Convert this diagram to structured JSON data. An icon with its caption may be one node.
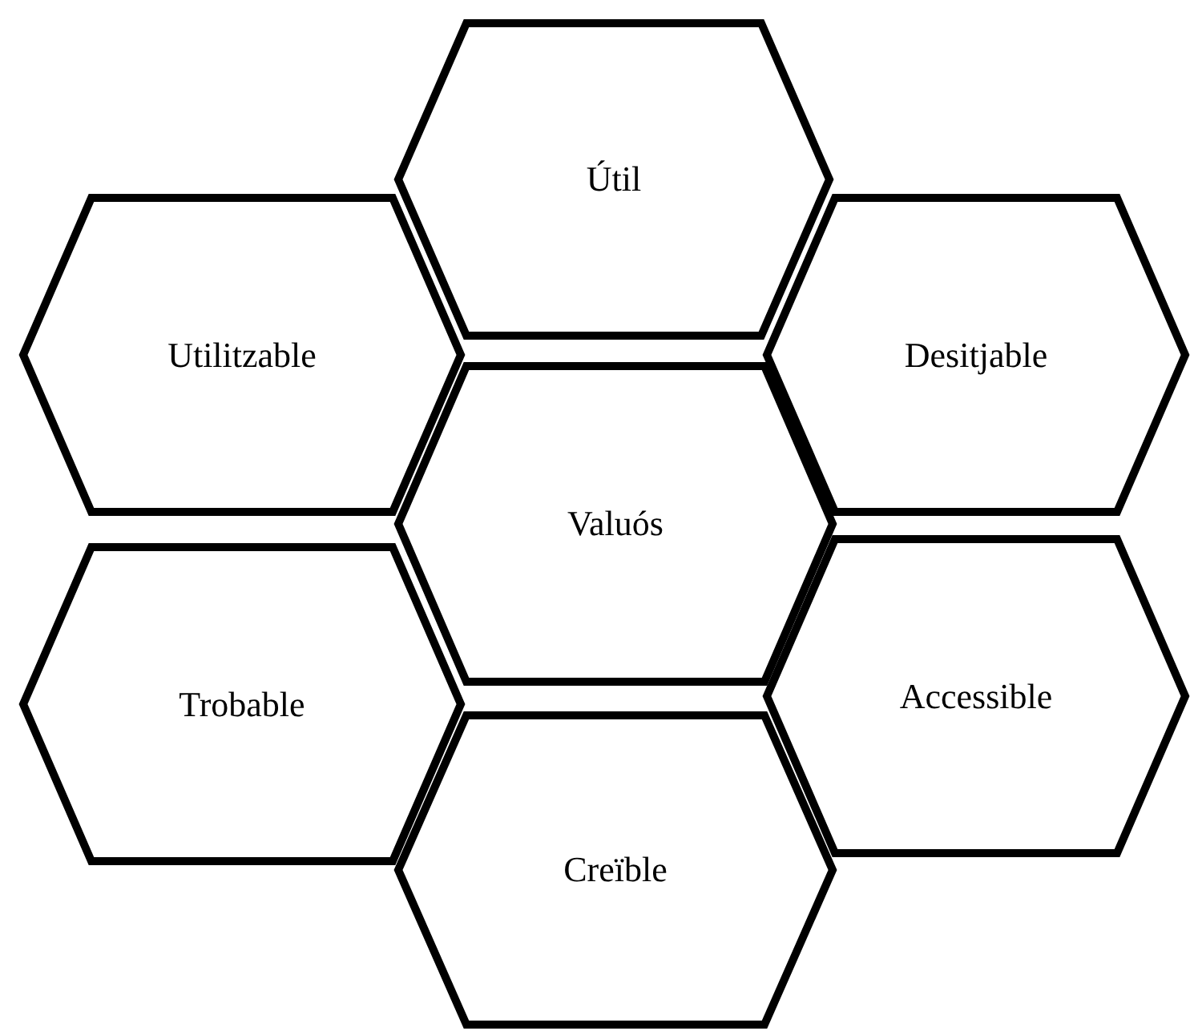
{
  "diagram": {
    "nodes": [
      {
        "text": [
          "Útil"
        ]
      },
      {
        "text": [
          "Utilitzable"
        ]
      },
      {
        "text": [
          "Desitjable"
        ]
      },
      {
        "text": [
          "Valuós"
        ]
      },
      {
        "text": [
          "Trobable"
        ]
      },
      {
        "text": [
          "Accessible"
        ]
      },
      {
        "text": [
          "Creïble"
        ]
      }
    ]
  }
}
